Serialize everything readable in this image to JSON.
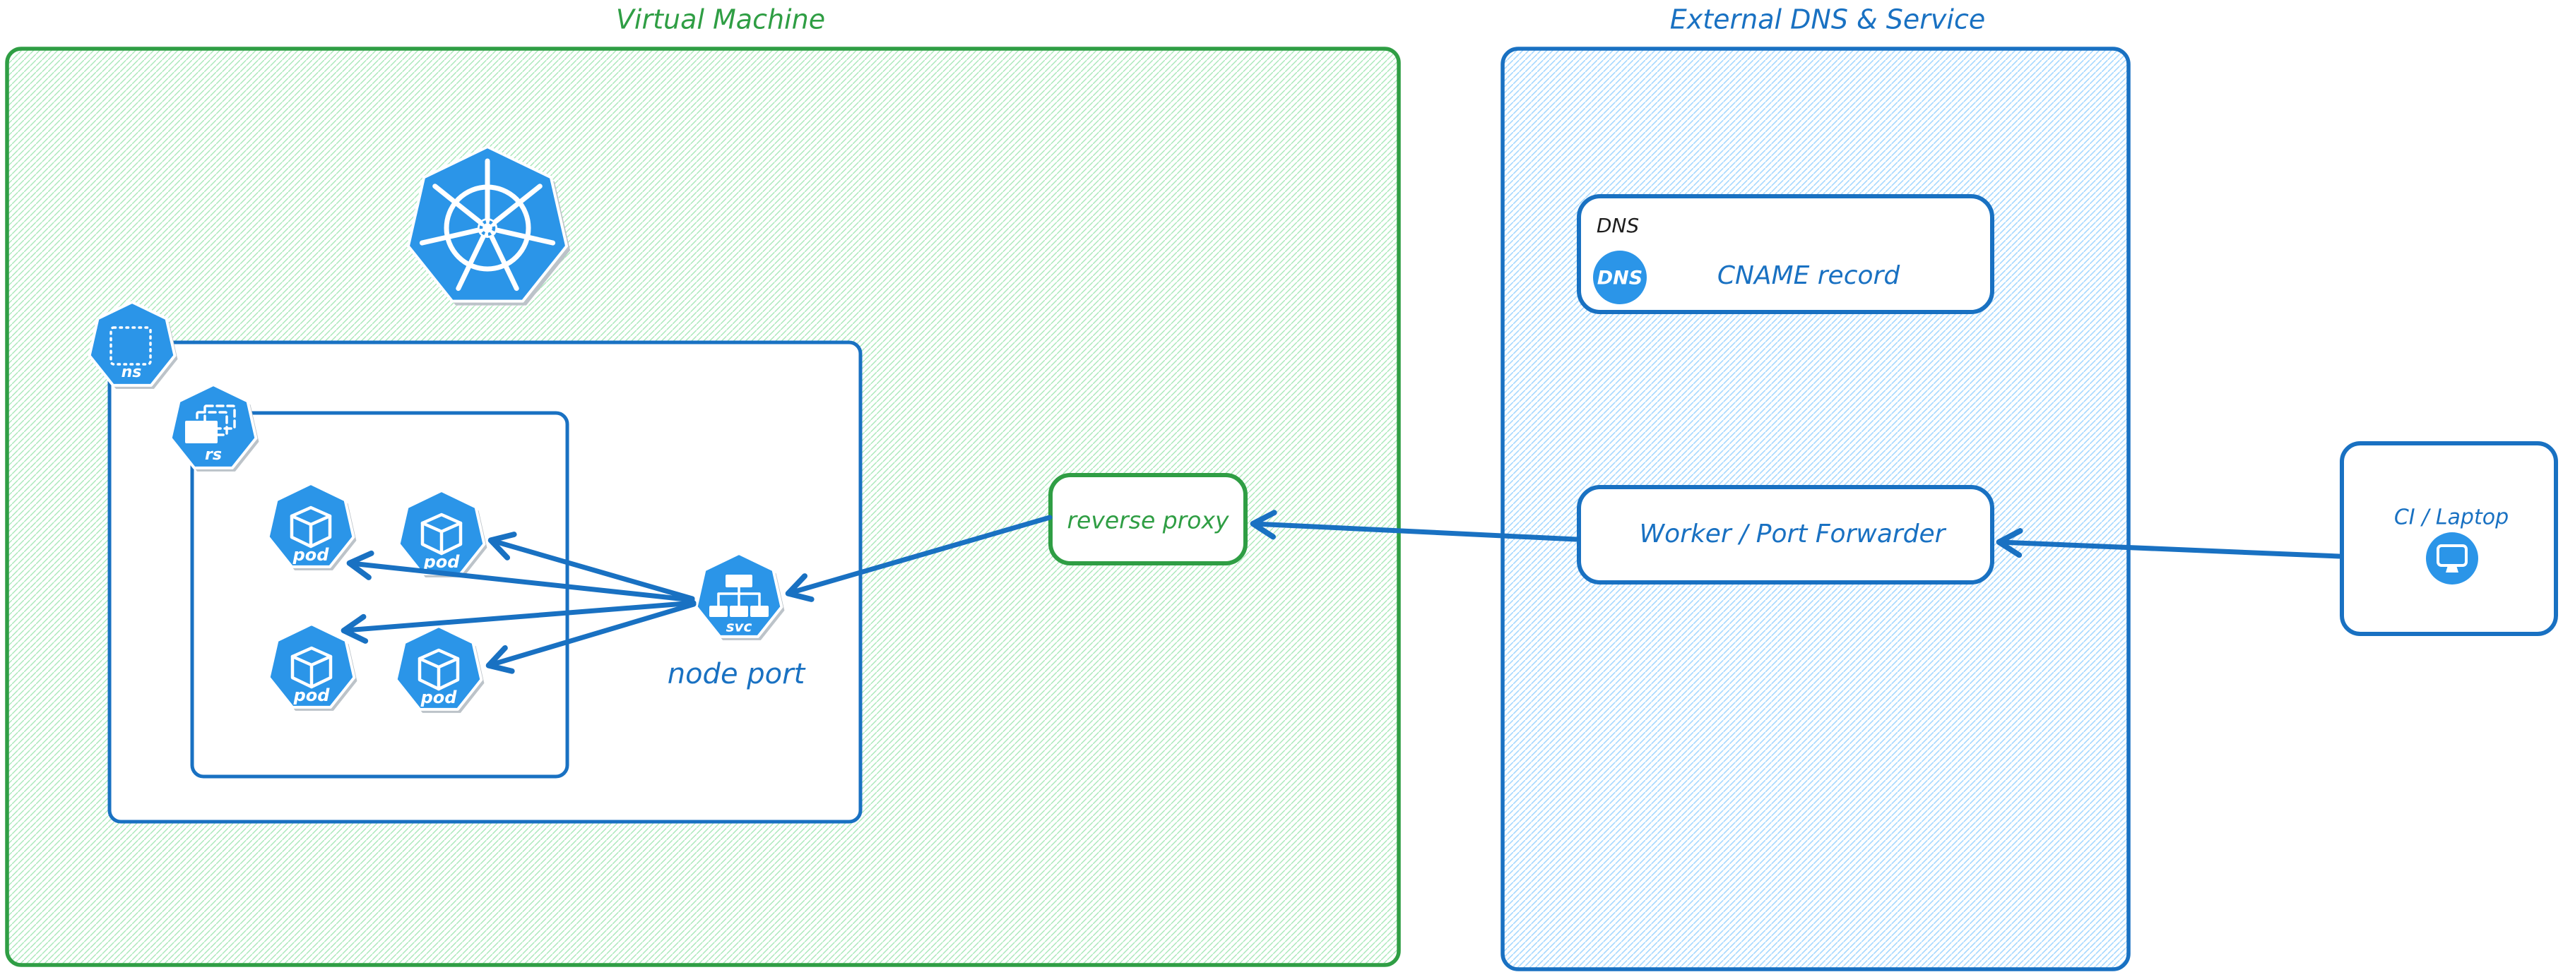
{
  "groups": {
    "vm": {
      "title": "Virtual Machine"
    },
    "external": {
      "title": "External DNS & Service"
    }
  },
  "nodes": {
    "dns": {
      "tag": "DNS",
      "icon_label": "DNS",
      "text": "CNAME record"
    },
    "worker": {
      "text": "Worker / Port Forwarder"
    },
    "ci": {
      "text": "CI / Laptop"
    },
    "reverse_proxy": {
      "text": "reverse proxy"
    }
  },
  "labels": {
    "node_port": "node port"
  },
  "icons": {
    "pod": "pod",
    "ns": "ns",
    "rs": "rs",
    "svc": "svc"
  },
  "colors": {
    "green_stroke": "#2f9e44",
    "green_hatch": "#a9e8ba",
    "blue_stroke": "#1971c2",
    "blue_hatch": "#a5d8ff",
    "icon_blue": "#2b95e8",
    "shadow_gray": "#bcc3c9",
    "ink": "#1e1e1e"
  }
}
